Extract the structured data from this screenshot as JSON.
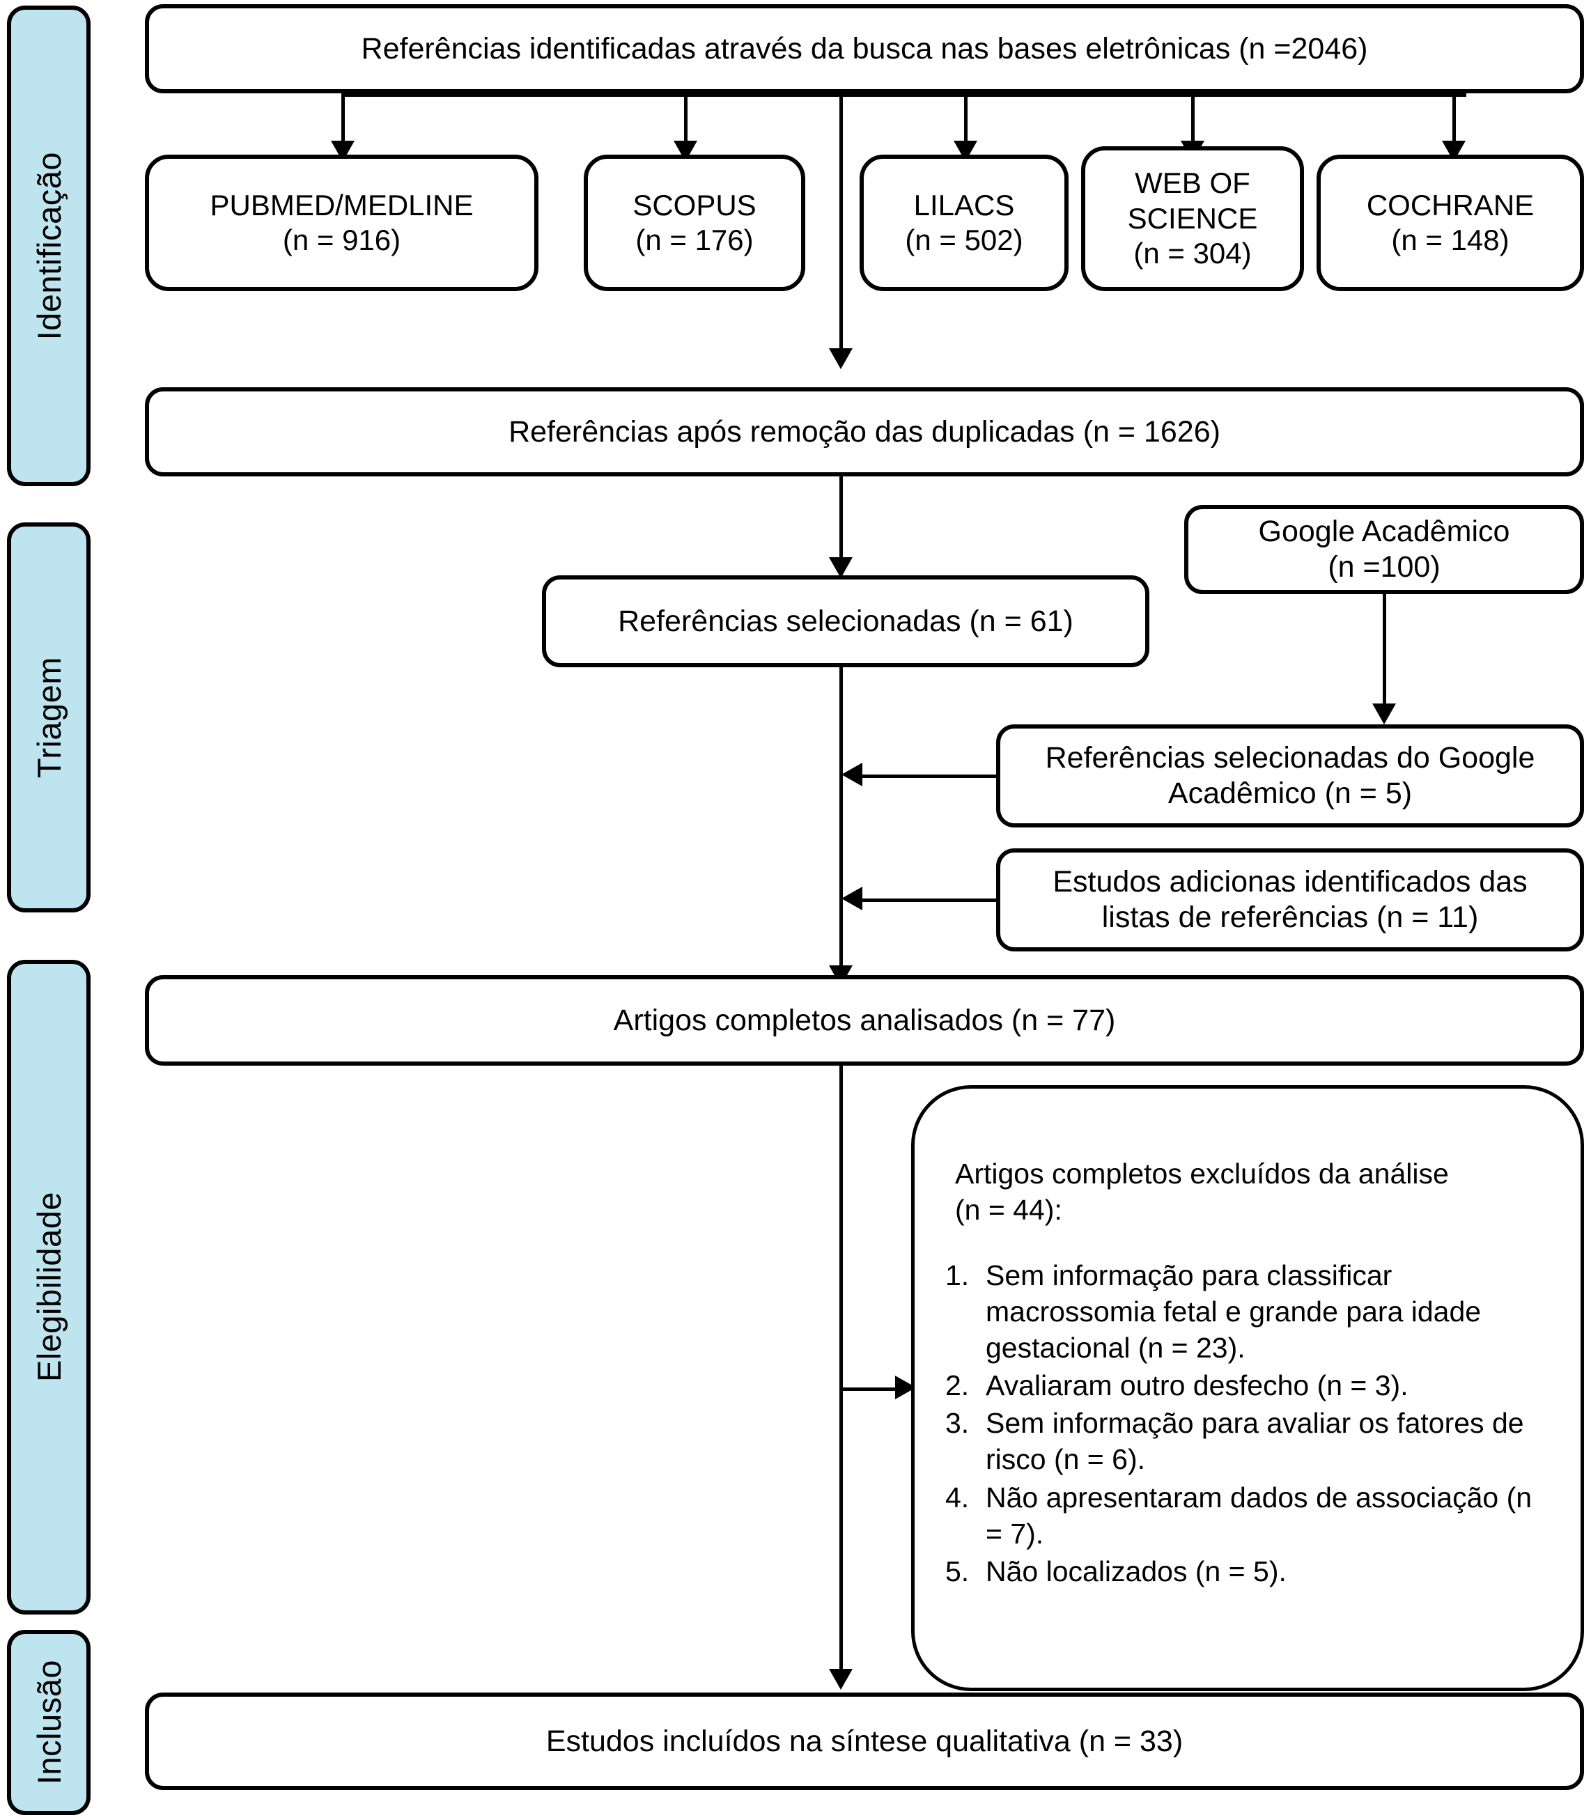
{
  "diagram": {
    "type": "prisma-flow-diagram",
    "language": "pt-BR",
    "accent_color": "#bde4ef",
    "border_color": "#000000",
    "background_color": "#ffffff"
  },
  "stages": [
    {
      "key": "identificacao",
      "label": "Identificação"
    },
    {
      "key": "triagem",
      "label": "Triagem"
    },
    {
      "key": "elegibilidade",
      "label": "Elegibilidade"
    },
    {
      "key": "inclusao",
      "label": "Inclusão"
    }
  ],
  "nodes": {
    "records_identified": {
      "text": "Referências identificadas através da busca nas bases eletrônicas (n =2046)",
      "n": 2046
    },
    "databases": [
      {
        "name": "PUBMED/MEDLINE",
        "count_label": "(n = 916)",
        "n": 916
      },
      {
        "name": "SCOPUS",
        "count_label": "(n = 176)",
        "n": 176
      },
      {
        "name": "LILACS",
        "count_label": "(n = 502)",
        "n": 502
      },
      {
        "name": "WEB OF SCIENCE",
        "count_label": "(n = 304)",
        "n": 304
      },
      {
        "name": "COCHRANE",
        "count_label": "(n = 148)",
        "n": 148
      }
    ],
    "after_duplicates": {
      "text": "Referências após remoção das duplicadas (n = 1626)",
      "n": 1626
    },
    "records_screened": {
      "text": "Referências selecionadas (n = 61)",
      "n": 61
    },
    "google_scholar": {
      "line1": "Google Acadêmico",
      "line2": "(n =100)",
      "n": 100
    },
    "google_selected": {
      "line1": "Referências selecionadas do Google",
      "line2": "Acadêmico (n = 5)",
      "n": 5
    },
    "additional_from_refs": {
      "line1": "Estudos adicionas identificados das",
      "line2": "listas de referências (n = 11)",
      "n": 11
    },
    "full_text_assessed": {
      "text": "Artigos completos analisados (n = 77)",
      "n": 77
    },
    "excluded": {
      "heading_line1": "Artigos completos excluídos da análise",
      "heading_line2": "(n = 44):",
      "n": 44,
      "reasons": [
        {
          "num": "1.",
          "text": "Sem informação para classificar macrossomia fetal e grande para idade gestacional (n = 23).",
          "n": 23
        },
        {
          "num": "2.",
          "text": "Avaliaram outro desfecho (n = 3).",
          "n": 3
        },
        {
          "num": "3.",
          "text": "Sem informação para avaliar os fatores de risco (n = 6).",
          "n": 6
        },
        {
          "num": "4.",
          "text": "Não apresentaram dados de associação (n = 7).",
          "n": 7
        },
        {
          "num": "5.",
          "text": "Não localizados (n = 5).",
          "n": 5
        }
      ]
    },
    "included": {
      "text": "Estudos incluídos na síntese qualitativa (n = 33)",
      "n": 33
    }
  }
}
